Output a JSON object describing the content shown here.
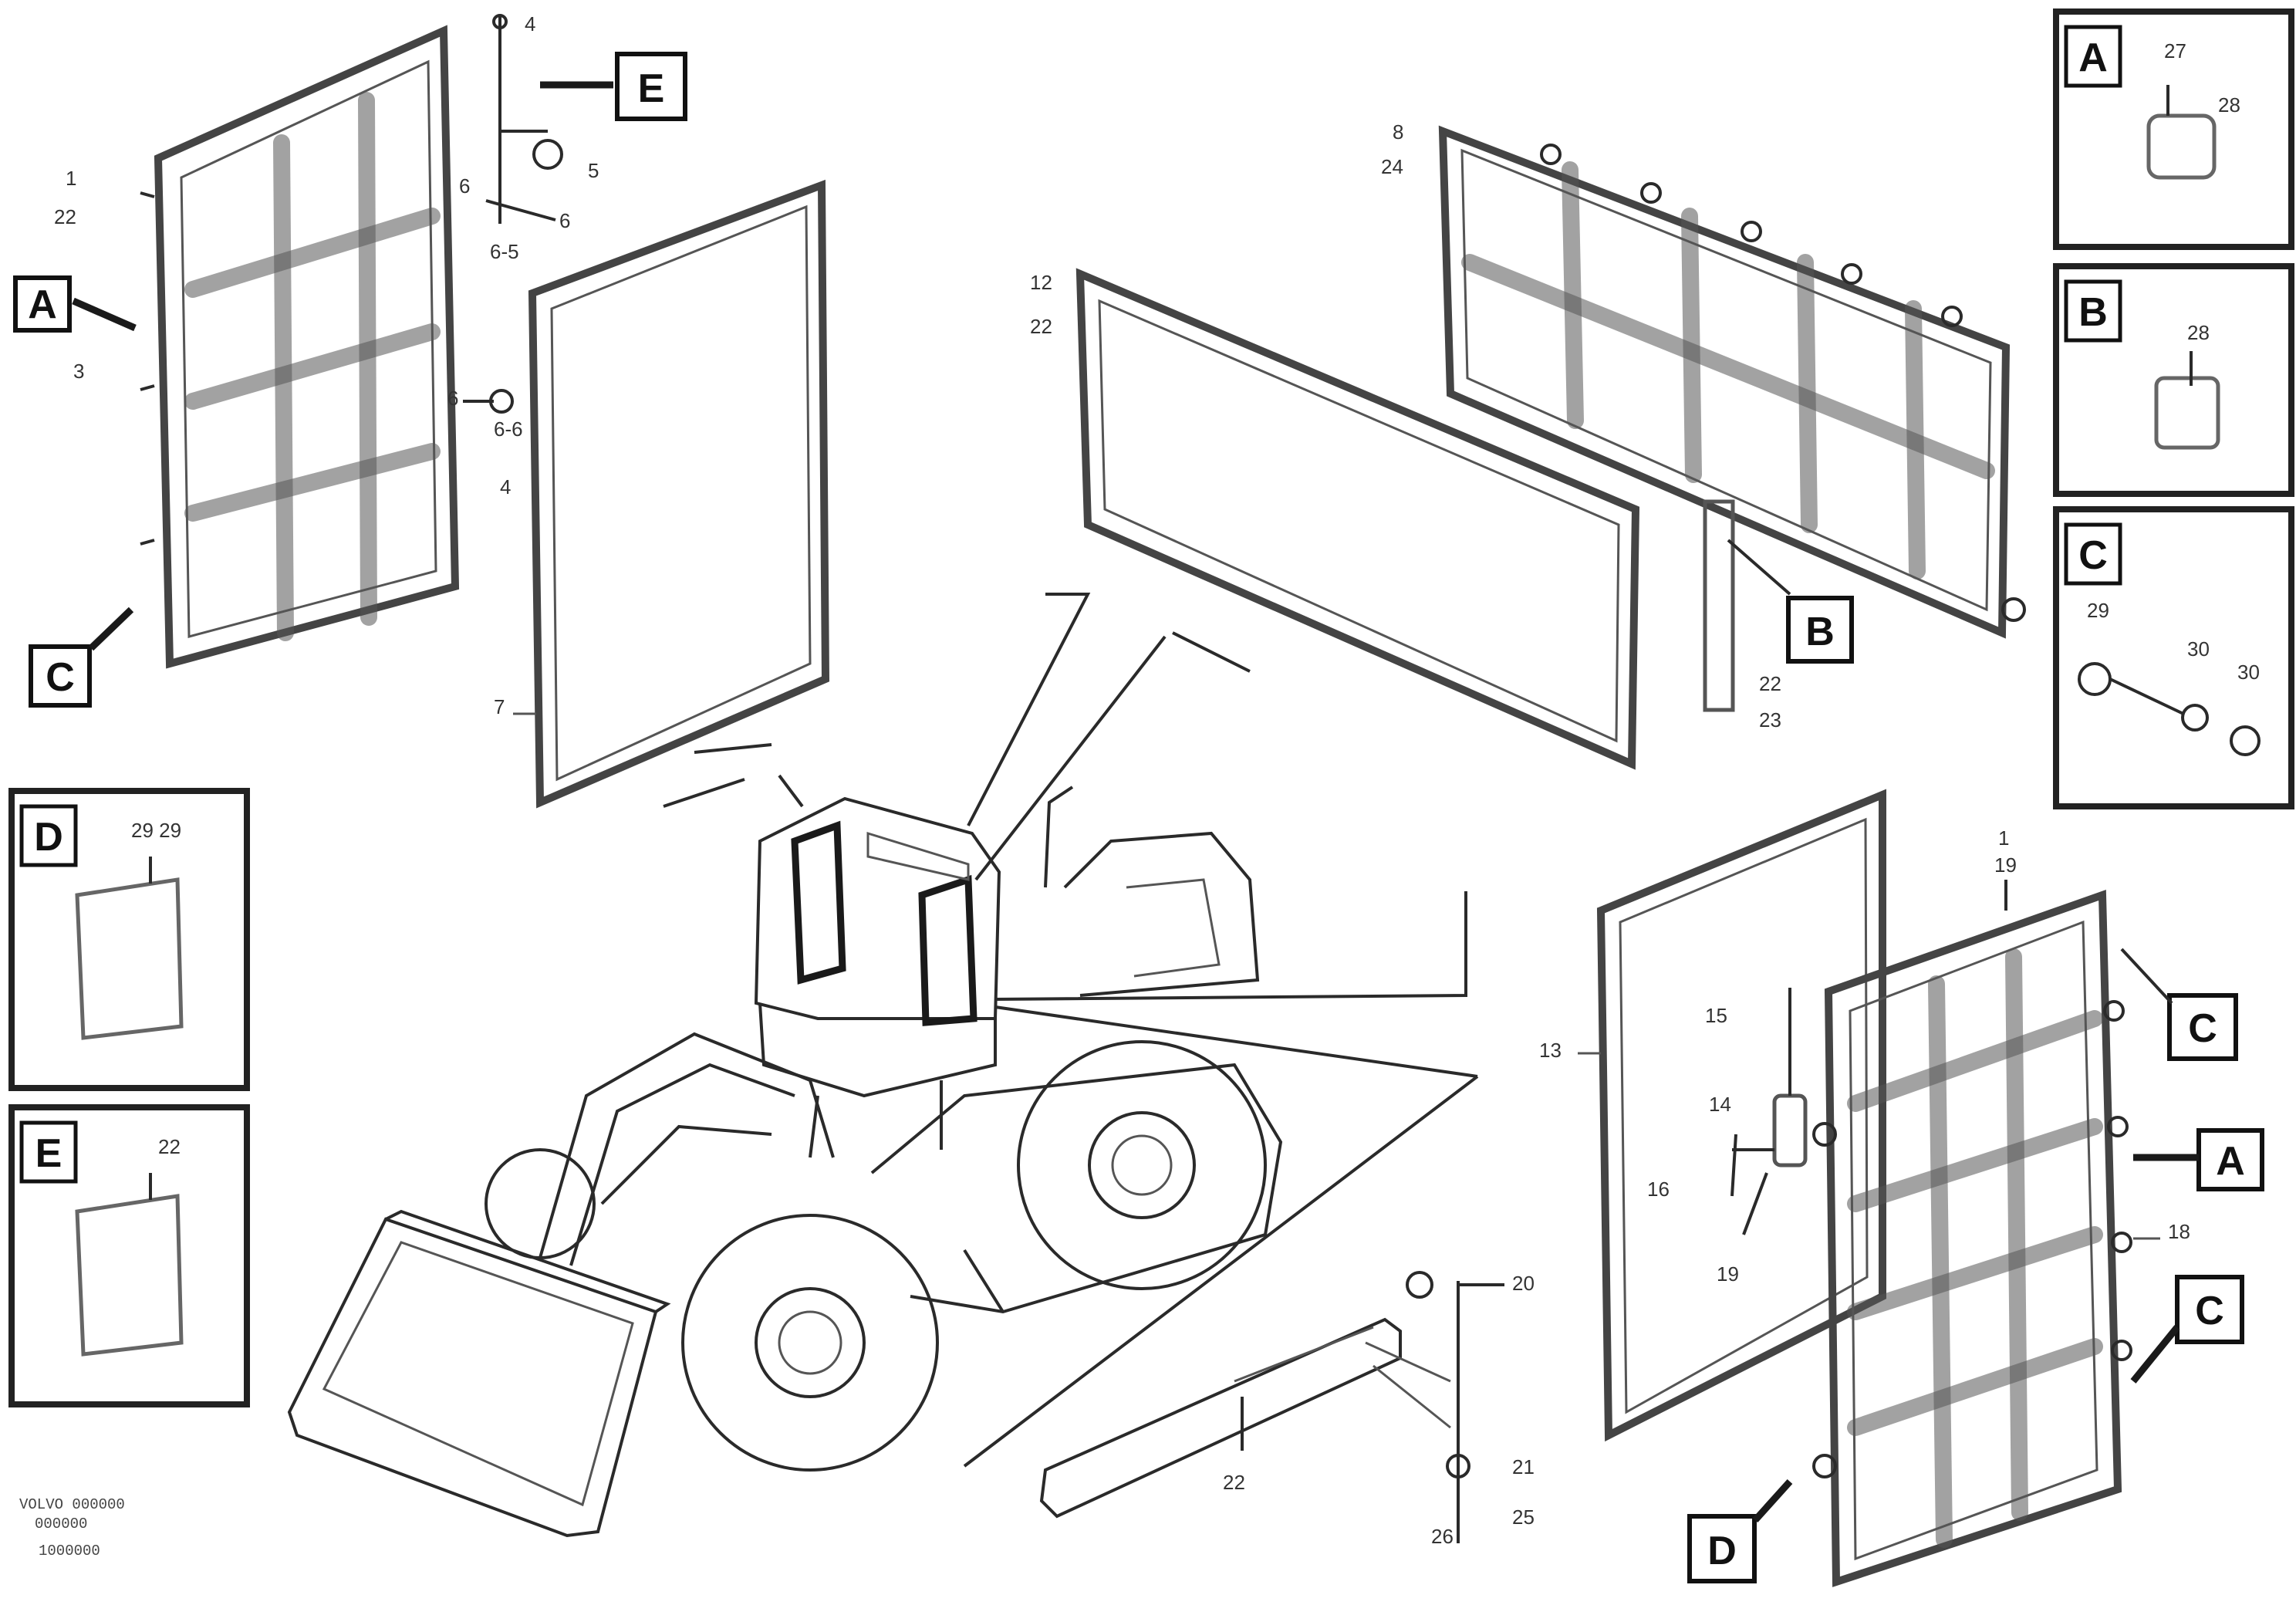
{
  "callout_letters": {
    "a": "A",
    "b": "B",
    "c": "C",
    "d": "D",
    "e": "E"
  },
  "detail_numbers": {
    "a_1": "27",
    "a_2": "28",
    "b_1": "28",
    "c_1": "29",
    "c_2": "30",
    "c_3": "30",
    "d_1": "29 29",
    "e_1": "22"
  },
  "part_numbers": {
    "topleft_1": "1",
    "topleft_2": "22",
    "topleft_3": "4",
    "topleft_4": "5",
    "topleft_5": "6",
    "topleft_6": "6",
    "topleft_7": "6-5",
    "topleft_8": "6-6",
    "topleft_9": "6",
    "topleft_10": "4",
    "topleft_11": "3",
    "glass_left": "7",
    "glass_center_1": "12",
    "glass_center_2": "22",
    "rear_1": "8",
    "rear_2": "24",
    "rear_b_1": "22",
    "rear_b_2": "23",
    "right_1": "1",
    "right_2": "19",
    "right_glass": "13",
    "right_a": "15",
    "right_b": "14",
    "right_c": "16",
    "right_d": "19",
    "right_e": "18",
    "bottom_1": "20",
    "bottom_2": "21",
    "bottom_3": "25",
    "bottom_4": "26",
    "bottom_5": "22"
  },
  "stamp": {
    "line1": "VOLVO 000000",
    "line2": "000000",
    "line3": "1000000"
  }
}
